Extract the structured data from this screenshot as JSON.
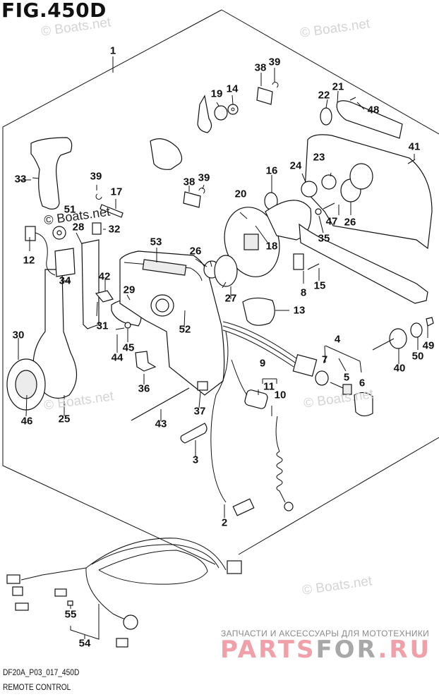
{
  "figure": {
    "title": "FIG.450D",
    "code": "DF20A_P03_017_450D",
    "name": "REMOTE CONTROL"
  },
  "watermarks": {
    "text": "© Boats.net"
  },
  "shop_banner": {
    "tagline": "ЗАПЧАСТИ И АКСЕССУАРЫ ДЛЯ МОТОТЕХНИКИ",
    "logo_part1": "PARTS",
    "logo_part2": "FOR",
    "logo_part3": ".RU",
    "colors": {
      "pink": "#f0a0a8",
      "gray": "#a8a8a8"
    }
  },
  "callouts": [
    {
      "id": "1",
      "label": "1"
    },
    {
      "id": "2",
      "label": "2"
    },
    {
      "id": "3",
      "label": "3"
    },
    {
      "id": "4",
      "label": "4"
    },
    {
      "id": "5",
      "label": "5"
    },
    {
      "id": "6",
      "label": "6"
    },
    {
      "id": "7",
      "label": "7"
    },
    {
      "id": "8",
      "label": "8"
    },
    {
      "id": "9",
      "label": "9"
    },
    {
      "id": "10",
      "label": "10"
    },
    {
      "id": "11",
      "label": "11"
    },
    {
      "id": "12",
      "label": "12"
    },
    {
      "id": "13",
      "label": "13"
    },
    {
      "id": "14",
      "label": "14"
    },
    {
      "id": "15",
      "label": "15"
    },
    {
      "id": "16",
      "label": "16"
    },
    {
      "id": "17",
      "label": "17"
    },
    {
      "id": "18",
      "label": "18"
    },
    {
      "id": "19",
      "label": "19"
    },
    {
      "id": "20",
      "label": "20"
    },
    {
      "id": "21",
      "label": "21"
    },
    {
      "id": "22",
      "label": "22"
    },
    {
      "id": "23",
      "label": "23"
    },
    {
      "id": "24",
      "label": "24"
    },
    {
      "id": "25",
      "label": "25"
    },
    {
      "id": "26a",
      "label": "26"
    },
    {
      "id": "26b",
      "label": "26"
    },
    {
      "id": "27",
      "label": "27"
    },
    {
      "id": "28",
      "label": "28"
    },
    {
      "id": "29",
      "label": "29"
    },
    {
      "id": "30",
      "label": "30"
    },
    {
      "id": "31",
      "label": "31"
    },
    {
      "id": "32",
      "label": "32"
    },
    {
      "id": "33",
      "label": "33"
    },
    {
      "id": "34",
      "label": "34"
    },
    {
      "id": "35",
      "label": "35"
    },
    {
      "id": "36",
      "label": "36"
    },
    {
      "id": "37",
      "label": "37"
    },
    {
      "id": "38a",
      "label": "38"
    },
    {
      "id": "38b",
      "label": "38"
    },
    {
      "id": "39a",
      "label": "39"
    },
    {
      "id": "39b",
      "label": "39"
    },
    {
      "id": "39c",
      "label": "39"
    },
    {
      "id": "40",
      "label": "40"
    },
    {
      "id": "41",
      "label": "41"
    },
    {
      "id": "42",
      "label": "42"
    },
    {
      "id": "43",
      "label": "43"
    },
    {
      "id": "44",
      "label": "44"
    },
    {
      "id": "45",
      "label": "45"
    },
    {
      "id": "46",
      "label": "46"
    },
    {
      "id": "47",
      "label": "47"
    },
    {
      "id": "48",
      "label": "48"
    },
    {
      "id": "49",
      "label": "49"
    },
    {
      "id": "50",
      "label": "50"
    },
    {
      "id": "51",
      "label": "51"
    },
    {
      "id": "52",
      "label": "52"
    },
    {
      "id": "53",
      "label": "53"
    },
    {
      "id": "54",
      "label": "54"
    },
    {
      "id": "55",
      "label": "55"
    }
  ]
}
